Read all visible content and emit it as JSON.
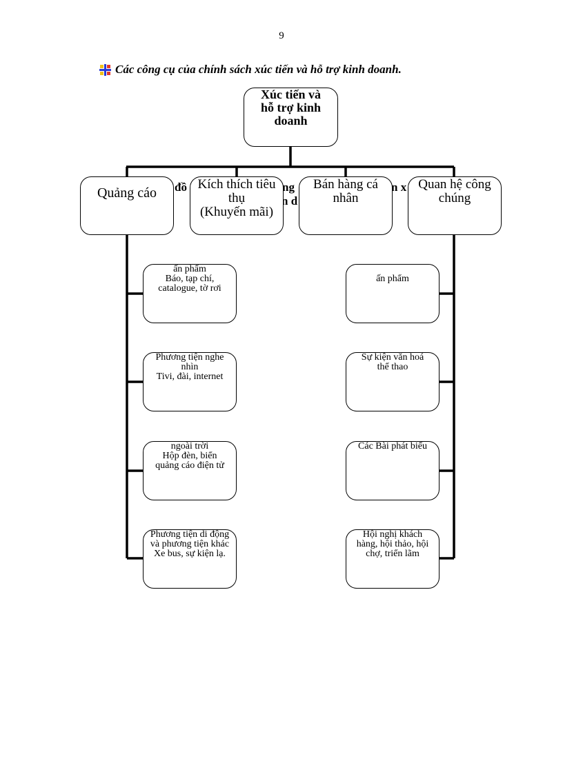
{
  "page": {
    "number": "9"
  },
  "heading": {
    "icon": "plus-cross-bullet-icon",
    "text": "Các công cụ của chính sách xúc tiến và hỗ trợ kinh doanh."
  },
  "colors": {
    "bullet_blue": "#2a3bd6",
    "bullet_red": "#e23a2a",
    "bullet_yellow": "#f2c21a"
  },
  "diagram": {
    "root": {
      "lines": [
        "Xúc tiến  và",
        "hỗ trợ kinh",
        "doanh"
      ]
    },
    "branches": [
      {
        "id": "quang-cao",
        "lines": [
          "Quảng cáo"
        ]
      },
      {
        "id": "kich-thich",
        "lines": [
          "Kích thích tiêu",
          "thụ",
          "(Khuyến mãi)"
        ]
      },
      {
        "id": "ban-hang",
        "lines": [
          "Bán hàng cá",
          "nhân"
        ]
      },
      {
        "id": "quan-he",
        "lines": [
          "Quan hệ công",
          "chúng"
        ]
      }
    ],
    "hidden_text_fragments": [
      "đồ",
      "ng",
      "n d",
      "n x"
    ],
    "left_items": [
      {
        "lines": [
          "ấn phẩm",
          "Báo, tạp chí,",
          "catalogue, tờ rơi"
        ]
      },
      {
        "lines": [
          "Phương tiện nghe",
          "nhìn",
          "Tivi, đài, internet"
        ]
      },
      {
        "lines": [
          "ngoài trời",
          "Hộp đèn, biển",
          "quảng cáo điện tử"
        ]
      },
      {
        "lines": [
          "Phương tiện di động",
          "và phương tiện khác",
          "Xe bus, sự kiện lạ."
        ]
      }
    ],
    "right_items": [
      {
        "lines": [
          "ấn phẩm"
        ]
      },
      {
        "lines": [
          "Sự kiện   văn hoá",
          "thể thao"
        ]
      },
      {
        "lines": [
          "Các Bài phát biểu"
        ]
      },
      {
        "lines": [
          "Hội nghị khách",
          "hàng, hội thảo,  hội",
          "chợ, triển lãm"
        ]
      }
    ]
  }
}
